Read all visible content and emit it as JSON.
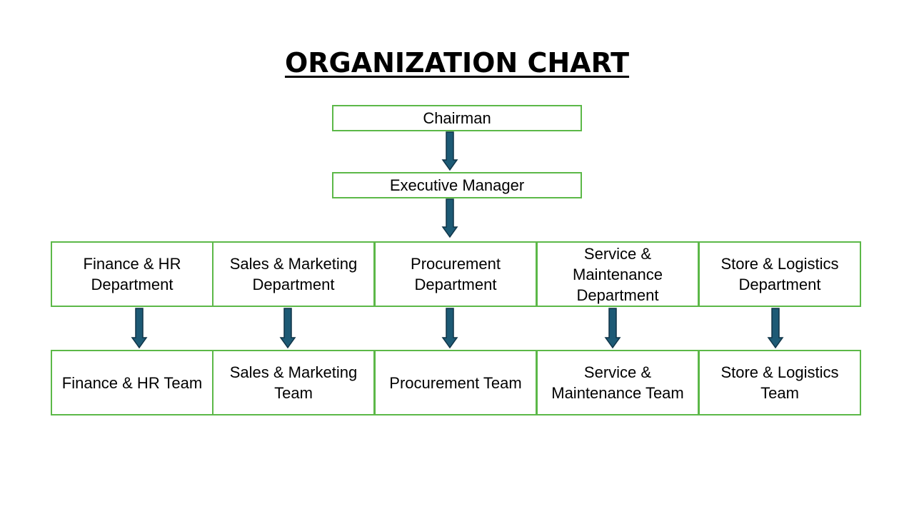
{
  "title": "ORGANIZATION CHART",
  "colors": {
    "box_border": "#5cb848",
    "arrow_fill": "#1d5a75",
    "arrow_stroke": "#0f3347"
  },
  "nodes": {
    "chairman": "Chairman",
    "executive_manager": "Executive Manager"
  },
  "departments": [
    "Finance & HR Department",
    "Sales & Marketing Department",
    "Procurement Department",
    "Service & Maintenance Department",
    "Store & Logistics Department"
  ],
  "teams": [
    "Finance & HR Team",
    "Sales & Marketing Team",
    "Procurement Team",
    "Service & Maintenance Team",
    "Store & Logistics Team"
  ]
}
